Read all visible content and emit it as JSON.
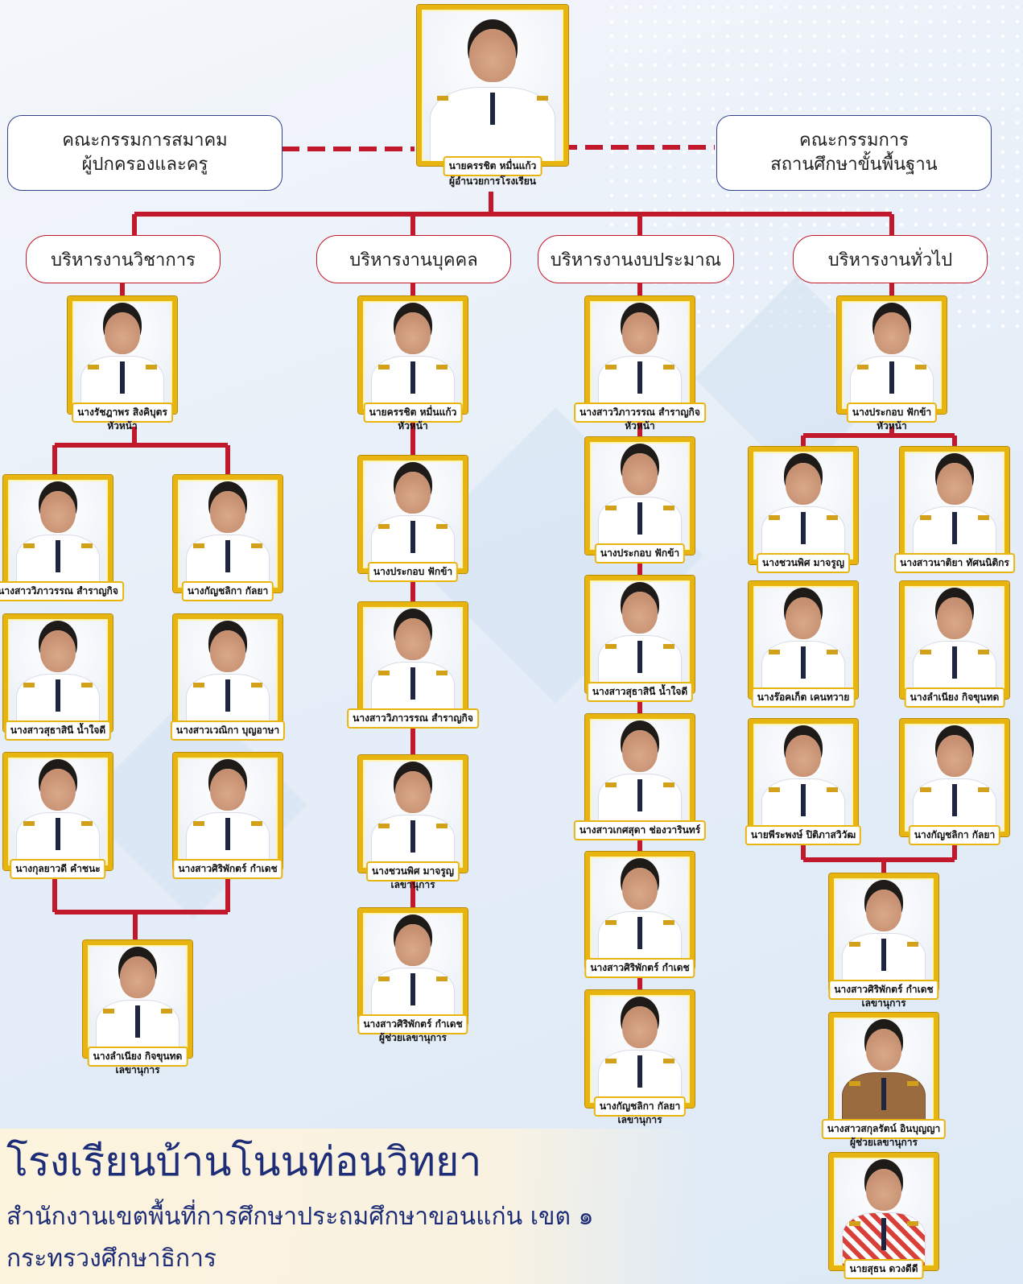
{
  "committees": {
    "left": "คณะกรรมการสมาคม\nผู้ปกครองและครู",
    "right": "คณะกรรมการ\nสถานศึกษาขั้นพื้นฐาน"
  },
  "director": {
    "name": "นายครรชิต  หมื่นแก้ว",
    "role": "ผู้อำนวยการโรงเรียน"
  },
  "departments": {
    "academic": "บริหารงานวิชาการ",
    "personnel": "บริหารงานบุคคล",
    "budget": "บริหารงานงบประมาณ",
    "general": "บริหารงานทั่วไป"
  },
  "academic": {
    "head": {
      "name": "นางรัชฎาพร  สิงคิบุตร",
      "role": "หัวหน้า"
    },
    "left": [
      "นางสาววิภาวรรณ สำราญกิจ",
      "นางสาวสุธาสินี น้ำใจดี",
      "นางกุลยาวดี คำชนะ"
    ],
    "right": [
      "นางกัญชลิกา กัลยา",
      "นางสาวเวณิกา บุญอาษา",
      "นางสาวศิริพักตร์ กำเดช"
    ],
    "secretary": {
      "name": "นางลำเนียง กิจขุนทด",
      "role": "เลขานุการ"
    }
  },
  "personnel": {
    "head": {
      "name": "นายครรชิต  หมื่นแก้ว",
      "role": "หัวหน้า"
    },
    "members": [
      "นางประกอบ  ฟักข้า",
      "นางสาววิภาวรรณ สำราญกิจ"
    ],
    "secretary": {
      "name": "นางชวนพิศ  มาจรูญ",
      "role": "เลขานุการ"
    },
    "assistant": {
      "name": "นางสาวศิริพักตร์ กำเดช",
      "role": "ผู้ช่วยเลขานุการ"
    }
  },
  "budget": {
    "head": {
      "name": "นางสาววิภาวรรณ สำราญกิจ",
      "role": "หัวหน้า"
    },
    "members": [
      "นางประกอบ  ฟักข้า",
      "นางสาวสุธาสินี น้ำใจดี",
      "นางสาวเกศสุดา ช่องวารินทร์",
      "นางสาวศิริพักตร์ กำเดช"
    ],
    "secretary": {
      "name": "นางกัญชลิกา กัลยา",
      "role": "เลขานุการ"
    }
  },
  "general": {
    "head": {
      "name": "นางประกอบ  ฟักข้า",
      "role": "หัวหน้า"
    },
    "left": [
      "นางชวนพิศ  มาจรูญ",
      "นางร๊อคเก็ต  เคนทวาย",
      "นายพีระพงษ์ ปิติภาสวิวัฒ"
    ],
    "right": [
      "นางสาวนาติยา ทัศนนิติกร",
      "นางลำเนียง กิจขุนทด",
      "นางกัญชลิกา กัลยา"
    ],
    "secretary": {
      "name": "นางสาวศิริพักตร์ กำเดช",
      "role": "เลขานุการ"
    },
    "assistant": {
      "name": "นางสาวสกุลรัตน์ อินบุญญา",
      "role": "ผู้ช่วยเลขานุการ"
    },
    "last": {
      "name": "นายสุธน ดวงดีดี"
    }
  },
  "school": {
    "name": "โรงเรียนบ้านโนนท่อนวิทยา",
    "office": "สำนักงานเขตพื้นที่การศึกษาประถมศึกษาขอนแก่น เขต ๑",
    "ministry": "กระทรวงศึกษาธิการ"
  },
  "colors": {
    "line": "#c2182b",
    "frame": "#e8b410",
    "title": "#1e2d78",
    "box_border": "#34418f"
  }
}
